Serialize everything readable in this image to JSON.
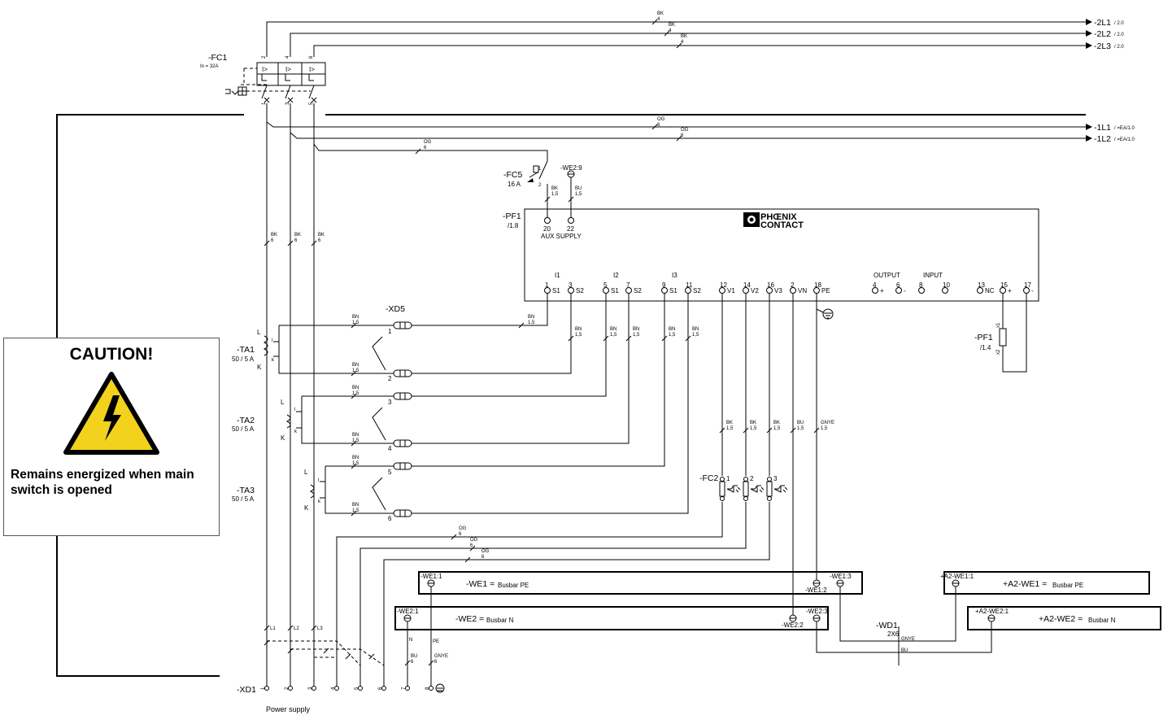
{
  "outputs": {
    "l21": {
      "name": "-2L1",
      "ref": "/ 2.0"
    },
    "l22": {
      "name": "-2L2",
      "ref": "/ 2.0"
    },
    "l23": {
      "name": "-2L3",
      "ref": "/ 2.0"
    },
    "l11": {
      "name": "-1L1",
      "ref": "/ =EA/1.0"
    },
    "l12": {
      "name": "-1L2",
      "ref": "/ =EA/1.0"
    }
  },
  "fc1": {
    "name": "-FC1",
    "rating": "In = 32A",
    "top": [
      "2",
      "4",
      "6"
    ],
    "bottom": [
      "1",
      "3",
      "5"
    ],
    "trip": "I>"
  },
  "fc5": {
    "name": "-FC5",
    "rating": "16 A",
    "pin1": "1",
    "pin2": "2"
  },
  "pf1": {
    "name": "-PF1",
    "ref": "/1.8",
    "brand1": "PHŒNIX",
    "brand2": "CONTACT",
    "aux_label": "AUX SUPPLY",
    "aux_pins": [
      "20",
      "22"
    ],
    "groups": {
      "i1": "I1",
      "i2": "I2",
      "i3": "I3",
      "output": "OUTPUT",
      "input": "INPUT"
    },
    "pins": [
      {
        "num": "1",
        "label": "S1"
      },
      {
        "num": "3",
        "label": "S2"
      },
      {
        "num": "5",
        "label": "S1"
      },
      {
        "num": "7",
        "label": "S2"
      },
      {
        "num": "9",
        "label": "S1"
      },
      {
        "num": "11",
        "label": "S2"
      },
      {
        "num": "12",
        "label": "V1"
      },
      {
        "num": "14",
        "label": "V2"
      },
      {
        "num": "16",
        "label": "V3"
      },
      {
        "num": "2",
        "label": "VN"
      },
      {
        "num": "18",
        "label": "PE"
      },
      {
        "num": "4",
        "label": "+"
      },
      {
        "num": "6",
        "label": "-"
      },
      {
        "num": "8",
        "label": ""
      },
      {
        "num": "10",
        "label": ""
      },
      {
        "num": "13",
        "label": "NC"
      },
      {
        "num": "15",
        "label": "+"
      },
      {
        "num": "17",
        "label": "-"
      }
    ]
  },
  "pf1_coil": {
    "name": "-PF1",
    "ref": "/1.4",
    "x1": "x1",
    "x2": "x2"
  },
  "we2_9": "-WE2:9",
  "ta": [
    {
      "name": "-TA1",
      "rating": "50 / 5 A"
    },
    {
      "name": "-TA2",
      "rating": "50 / 5 A"
    },
    {
      "name": "-TA3",
      "rating": "50 / 5 A"
    }
  ],
  "ta_terms": {
    "l": "L",
    "k": "K",
    "ls": "l",
    "ks": "k"
  },
  "xd5": {
    "name": "-XD5",
    "terms": [
      "1",
      "2",
      "3",
      "4",
      "5",
      "6"
    ]
  },
  "fc2": {
    "name": "-FC2",
    "poles": [
      "1",
      "2",
      "3"
    ]
  },
  "busbars": {
    "we1": {
      "name": "-WE1 =",
      "desc": "Busbar PE",
      "t1": "-WE1:1",
      "t2": "-WE1:2",
      "t3": "-WE1:3"
    },
    "we2": {
      "name": "-WE2 =",
      "desc": "Busbar N",
      "t1": "-WE2:1",
      "t2": "-WE2:2",
      "t3": "-WE2:3"
    },
    "a2we1": {
      "name": "+A2-WE1 =",
      "desc": "Busbar PE",
      "t1": "+A2-WE1:1"
    },
    "a2we2": {
      "name": "+A2-WE2 =",
      "desc": "Busbar N",
      "t1": "+A2-WE2:1"
    }
  },
  "wd1": {
    "name": "-WD1",
    "spec": "2X6",
    "c1": "GNYE",
    "c2": "BU"
  },
  "xd1": {
    "name": "-XD1",
    "terms": [
      "1",
      "2",
      "3",
      "4",
      "5",
      "6",
      "7",
      "8"
    ],
    "caption": "Power supply",
    "phases": [
      "L1",
      "L2",
      "L3"
    ],
    "n": "N",
    "pe": "PE"
  },
  "wires": {
    "bk": "BK",
    "og": "OG",
    "bn": "BN",
    "bu": "BU",
    "gnye": "GNYE",
    "s4": "4",
    "s6": "6",
    "s15": "1,5"
  },
  "caution": {
    "title": "CAUTION!",
    "text": "Remains energized when main switch is opened",
    "icon": "high-voltage-warning-icon",
    "colors": {
      "warning_fill": "#f2d21c",
      "warning_border": "#000000"
    }
  }
}
